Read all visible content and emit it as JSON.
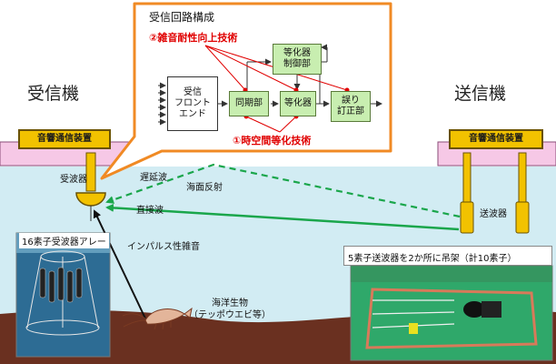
{
  "receiver_title": "受信機",
  "transmitter_title": "送信機",
  "circuit": {
    "title": "受信回路構成",
    "tech_noise": "②雑音耐性向上技術",
    "tech_equalize": "①時空間等化技術",
    "front_end": "受信\nフロント\nエンド",
    "sync": "同期部",
    "equalizer": "等化器",
    "eq_control": "等化器\n制御部",
    "error_correction": "誤り\n訂正部"
  },
  "acoustic_device": "音響通信装置",
  "receiver_label": "受波器",
  "transmitter_label": "送波器",
  "delayed_wave": "遅延波",
  "sea_reflection": "海面反射",
  "direct_wave": "直接波",
  "impulsive_noise": "インパルス性雑音",
  "marine_life": "海洋生物\n（テッポウエビ等）",
  "array_caption": "16素子受波器アレー",
  "tx_caption": "5素子送波器を2か所に吊架（計10素子）",
  "colors": {
    "sea": "#d2ecf3",
    "seabed": "#6a3020",
    "platform": "#f6c8e6",
    "device_yellow": "#f2c200",
    "callout_orange": "#f08a24",
    "arrow_green": "#1aa64b",
    "block_green": "#c8eeb0",
    "red_text": "#e00000"
  }
}
